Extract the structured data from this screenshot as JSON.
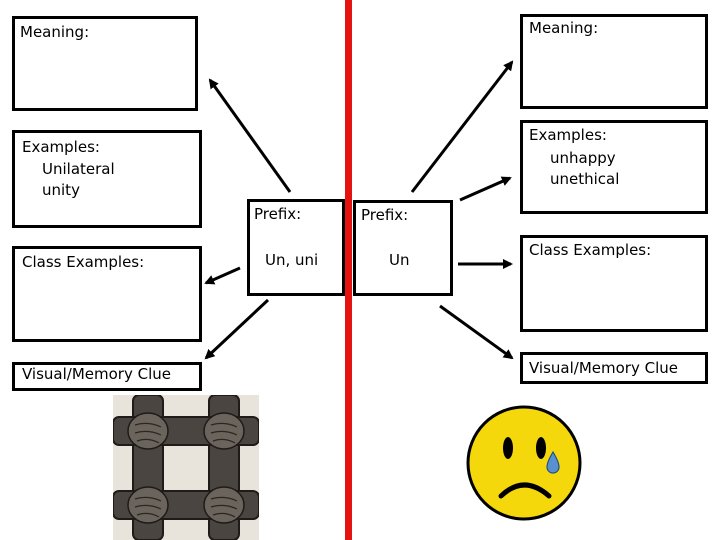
{
  "left": {
    "meaning_label": "Meaning:",
    "examples_label": "Examples:",
    "examples": [
      "Unilateral",
      "unity"
    ],
    "prefix_label": "Prefix:",
    "prefix_value": "Un, uni",
    "class_examples_label": "Class Examples:",
    "visual_label": "Visual/Memory Clue",
    "image": "hands-clasped-square"
  },
  "right": {
    "meaning_label": "Meaning:",
    "examples_label": "Examples:",
    "examples": [
      "unhappy",
      "unethical"
    ],
    "prefix_label": "Prefix:",
    "prefix_value": "Un",
    "class_examples_label": "Class Examples:",
    "visual_label": "Visual/Memory Clue",
    "image": "sad-face-tear"
  },
  "colors": {
    "divider": "#e3140f",
    "face": "#f5d80c",
    "tear": "#5a8fd0"
  }
}
